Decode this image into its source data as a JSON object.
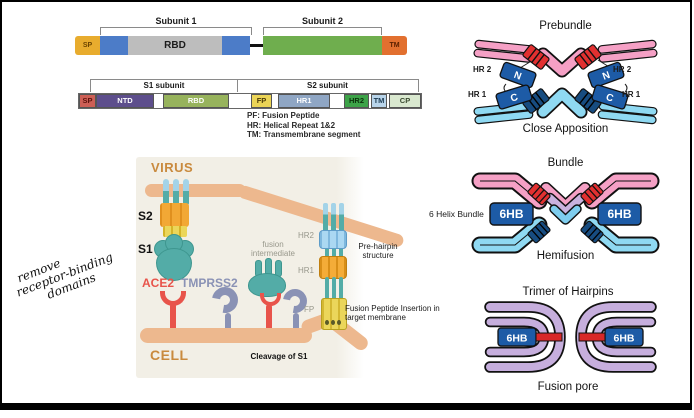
{
  "colors": {
    "panel-beige": "#F2EFE6",
    "membrane-tan": "#EDB88E",
    "label-orange": "#C98A3E",
    "ace2-red": "#E8544B",
    "tmprss2-slate": "#8A92B5",
    "spike-teal": "#53ACA7",
    "spike-teal-dark": "#3E968F",
    "spike-orange": "#F2A835",
    "prong-blue": "#A3D3E8",
    "fp-yellow": "#EBD65A",
    "virus-pink": "#F5A0C5",
    "cell-blue": "#8FD9F2",
    "helix-navy": "#1D5BA6",
    "navy-dark": "#174C80",
    "stripe-red": "#E23030",
    "hairpin-lavender": "#C6AEDD",
    "bar-gold": "#E8AC2E",
    "bar-blue": "#4C7CC8",
    "bar-gray": "#BDBDBD",
    "bar-green": "#6FAE4E",
    "bar-orange": "#E2702F",
    "seg-sp": "#CD5F56",
    "seg-ntd": "#5D4E8C",
    "seg-rbd": "#97B35C",
    "seg-fp": "#EBD456",
    "seg-hr1": "#8FA6C4",
    "seg-hr2": "#3DA348",
    "seg-tm": "#B8D4EA",
    "seg-cp": "#D9E8CF"
  },
  "top_bar": {
    "subunit1": "Subunit 1",
    "subunit2": "Subunit 2",
    "sp": "SP",
    "rbd": "RBD",
    "tm": "TM"
  },
  "domain_bar": {
    "s1_bracket": "S1 subunit",
    "s2_bracket": "S2 subunit",
    "sp": "SP",
    "ntd": "NTD",
    "rbd": "RBD",
    "fp": "FP",
    "hr1": "HR1",
    "hr2": "HR2",
    "tm": "TM",
    "cp": "CP"
  },
  "legend_lines": [
    "PF: Fusion Peptide",
    "HR: Helical Repeat 1&2",
    "TM: Transmembrane segment"
  ],
  "handwritten_note": {
    "line1": "remove",
    "line2": "receptor-binding",
    "line3": "domains"
  },
  "cell_panel": {
    "virus": "VIRUS",
    "cell": "CELL",
    "s2": "S2",
    "s1": "S1",
    "ace2": "ACE2",
    "tmprss2": "TMPRSS2",
    "fusion_line1": "fusion",
    "fusion_line2": "intermediate",
    "hr2": "HR2",
    "hr1": "HR1",
    "fp": "FP",
    "prehairpin_line1": "Pre-hairpin",
    "prehairpin_line2": "structure",
    "fp_insertion": "Fusion Peptide Insertion in target membrane",
    "cleavage": "Cleavage of S1"
  },
  "stages": {
    "prebundle": {
      "title": "Prebundle",
      "caption": "Close Apposition",
      "hr2": "HR 2",
      "hr1": "HR 1",
      "n": "N",
      "c": "C"
    },
    "bundle": {
      "title": "Bundle",
      "caption": "Hemifusion",
      "side_label": "6 Helix Bundle",
      "hb": "6HB"
    },
    "trimer": {
      "title": "Trimer of Hairpins",
      "caption": "Fusion pore",
      "hb": "6HB"
    }
  }
}
